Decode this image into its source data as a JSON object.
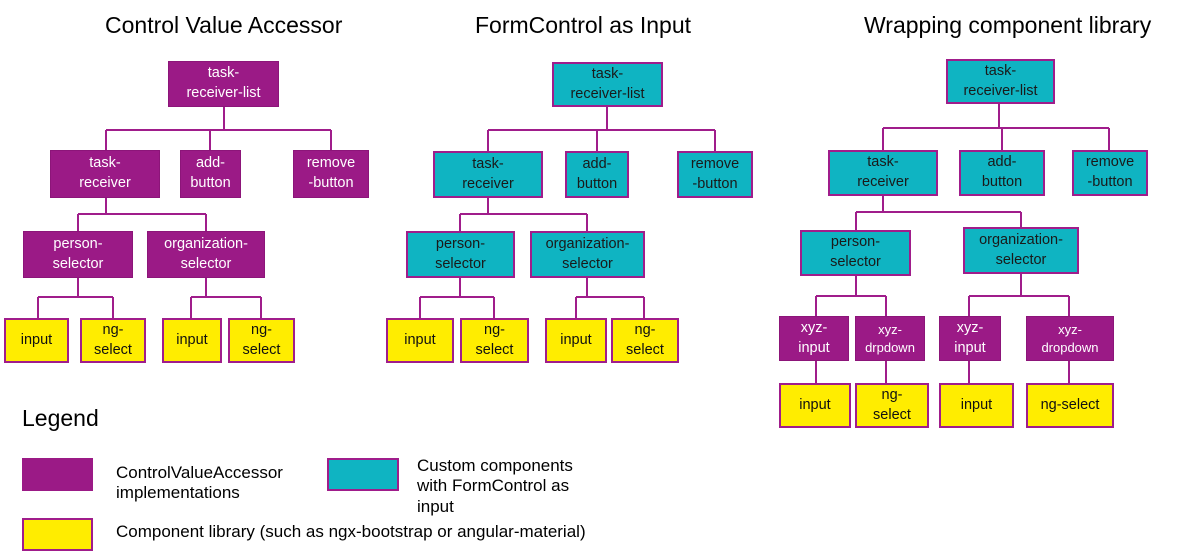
{
  "titles": {
    "cva": "Control Value Accessor",
    "formcontrol": "FormControl as Input",
    "wrapping": "Wrapping component library"
  },
  "nodes": {
    "task_receiver_list": "task-\nreceiver-list",
    "task_receiver": "task-\nreceiver",
    "add_button": "add-\nbutton",
    "remove_button": "remove\n-button",
    "person_selector": "person-\nselector",
    "organization_selector": "organization-\nselector",
    "input": "input",
    "ng_select_wrapped": "ng-\nselect",
    "xyz_input": "xyz-\ninput",
    "xyz_drpdown": "xyz-\ndrpdown",
    "xyz_dropdown": "xyz-\ndropdown",
    "ng_select": "ng-select"
  },
  "legend": {
    "title": "Legend",
    "cva_text": "ControlValueAccessor\nimplementations",
    "fc_text": "Custom components\nwith FormControl as\ninput",
    "lib_text": "Component library (such as ngx-bootstrap or angular-material)"
  },
  "colors": {
    "cva": "#9b1a86",
    "formcontrol": "#0fb4c2",
    "library": "#ffed00",
    "connector": "#a01d8b"
  }
}
